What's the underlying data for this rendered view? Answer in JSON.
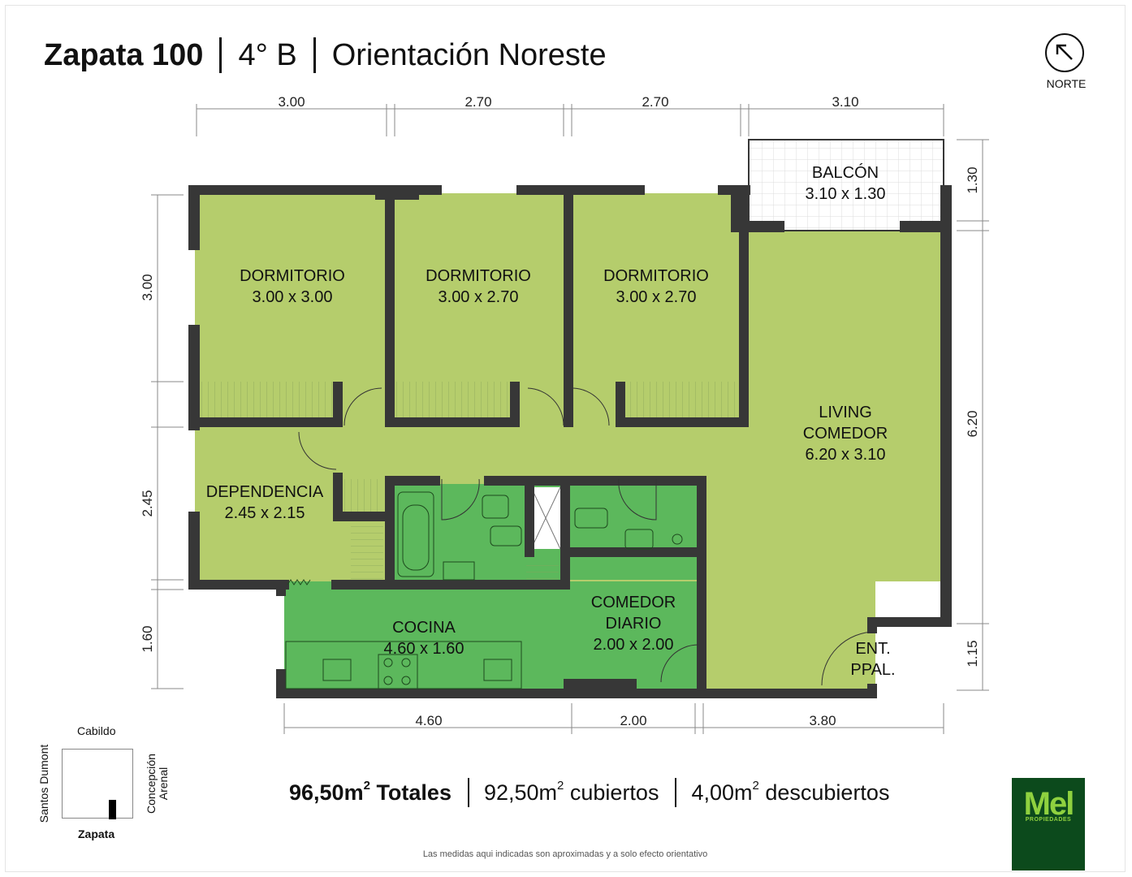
{
  "header": {
    "building": "Zapata 100",
    "unit": "4° B",
    "orientation": "Orientación Noreste"
  },
  "compass": {
    "label": "NORTE",
    "icon": "north-arrow-icon"
  },
  "rooms": [
    {
      "name": "DORMITORIO",
      "size": "3.00 x 3.00"
    },
    {
      "name": "DORMITORIO",
      "size": "3.00 x 2.70"
    },
    {
      "name": "DORMITORIO",
      "size": "3.00 x 2.70"
    },
    {
      "name": "BALCÓN",
      "size": "3.10 x 1.30"
    },
    {
      "name_line1": "LIVING",
      "name_line2": "COMEDOR",
      "size": "6.20 x 3.10"
    },
    {
      "name": "DEPENDENCIA",
      "size": "2.45 x 2.15"
    },
    {
      "name": "COCINA",
      "size": "4.60 x 1.60"
    },
    {
      "name_line1": "COMEDOR",
      "name_line2": "DIARIO",
      "size": "2.00 x 2.00"
    },
    {
      "name_line1": "ENT.",
      "name_line2": "PPAL."
    }
  ],
  "dimensions": {
    "top": [
      "3.00",
      "2.70",
      "2.70",
      "3.10"
    ],
    "bottom": [
      "4.60",
      "2.00",
      "3.80"
    ],
    "left": [
      "3.00",
      "2.45",
      "1.60"
    ],
    "right": [
      "1.30",
      "6.20",
      "1.15"
    ]
  },
  "location_map": {
    "north_street": "Cabildo",
    "west_street": "Santos Dumont",
    "east_street_line1": "Concepción",
    "east_street_line2": "Arenal",
    "south_street": "Zapata"
  },
  "areas": {
    "total_value": "96,50m",
    "total_label": "Totales",
    "covered_value": "92,50m",
    "covered_label": "cubiertos",
    "uncovered_value": "4,00m",
    "uncovered_label": "descubiertos",
    "unit_exp": "2"
  },
  "disclaimer": "Las medidas aqui indicadas son aproximadas y a solo efecto orientativo",
  "logo": {
    "mark": "Mel",
    "sub": "PROPIEDADES"
  },
  "colors": {
    "room_fill": "#b5cd6c",
    "wet_fill": "#5cb85c",
    "wall": "#373737",
    "logo_bg": "#0c4a1c",
    "logo_fg": "#8fd13f"
  }
}
